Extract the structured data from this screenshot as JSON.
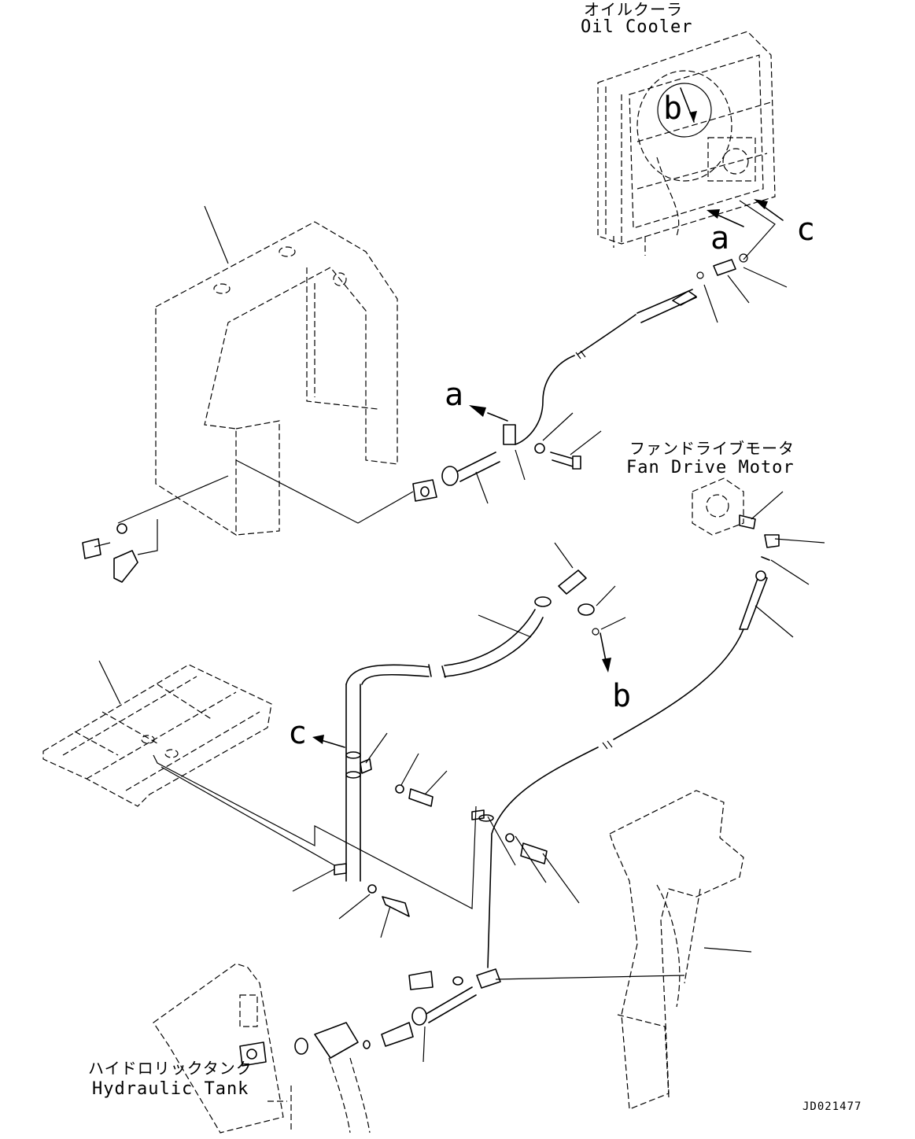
{
  "labels": {
    "oil_cooler_jp": "オイルクーラ",
    "oil_cooler_en": "Oil Cooler",
    "fan_drive_motor_jp": "ファンドライブモータ",
    "fan_drive_motor_en": "Fan Drive Motor",
    "hydraulic_tank_jp": "ハイドロリックタンク",
    "hydraulic_tank_en": "Hydraulic Tank"
  },
  "callouts": {
    "a": "a",
    "b": "b",
    "c": "c"
  },
  "drawing_id": "JD021477"
}
